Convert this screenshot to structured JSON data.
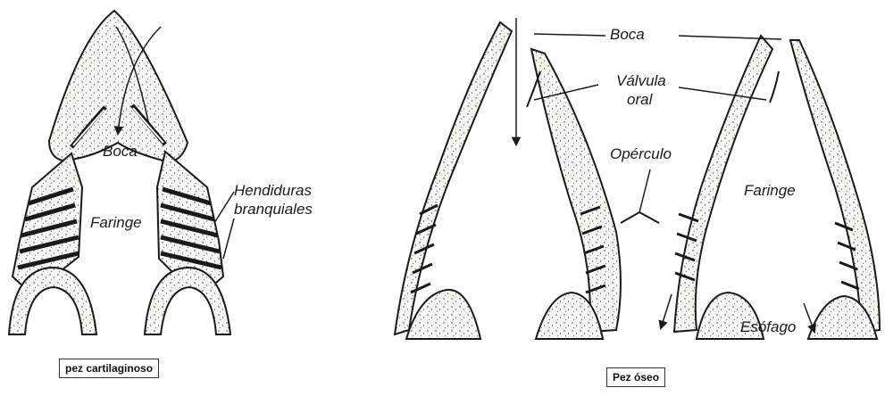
{
  "cartilaginous": {
    "caption": "pez cartilaginoso",
    "labels": {
      "mouth": "Boca",
      "pharynx": "Faringe",
      "gill_slits_line1": "Hendiduras",
      "gill_slits_line2": "branquiales"
    }
  },
  "bony": {
    "caption": "Pez óseo",
    "labels": {
      "mouth": "Boca",
      "oral_valve_line1": "Válvula",
      "oral_valve_line2": "oral",
      "operculum": "Opérculo",
      "pharynx": "Faringe",
      "esophagus": "Esófago"
    }
  },
  "colors": {
    "ink": "#1a1a1a",
    "fill": "#f4f4f0",
    "background": "#ffffff"
  }
}
